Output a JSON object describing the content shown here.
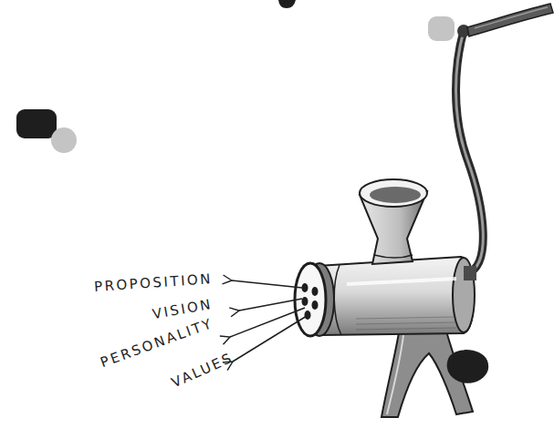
{
  "diagram": {
    "labels": [
      "PROPOSITION",
      "VISION",
      "PERSONALITY",
      "VALUES"
    ]
  }
}
